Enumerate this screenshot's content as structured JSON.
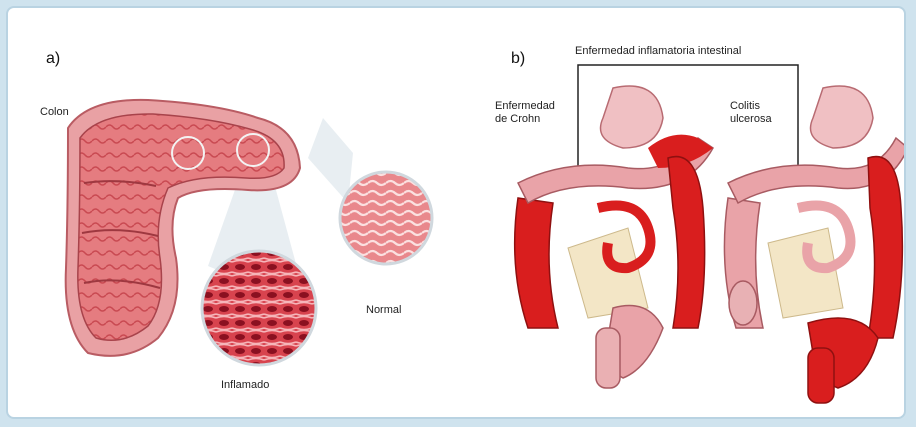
{
  "panel_a": {
    "letter": "a)",
    "colon_label": "Colon",
    "normal_label": "Normal",
    "inflamed_label": "Inflamado"
  },
  "panel_b": {
    "letter": "b)",
    "group_label": "Enfermedad inflamatoria intestinal",
    "crohn_label_1": "Enfermedad",
    "crohn_label_2": "de Crohn",
    "colitis_label_1": "Colitis",
    "colitis_label_2": "ulcerosa"
  },
  "colors": {
    "background": "#cfe3ee",
    "inflamed_red": "#d91e1e",
    "healthy_pink": "#e9a3a8",
    "tissue_light": "#f4c3c4",
    "mesentery": "#f3e6c6"
  }
}
